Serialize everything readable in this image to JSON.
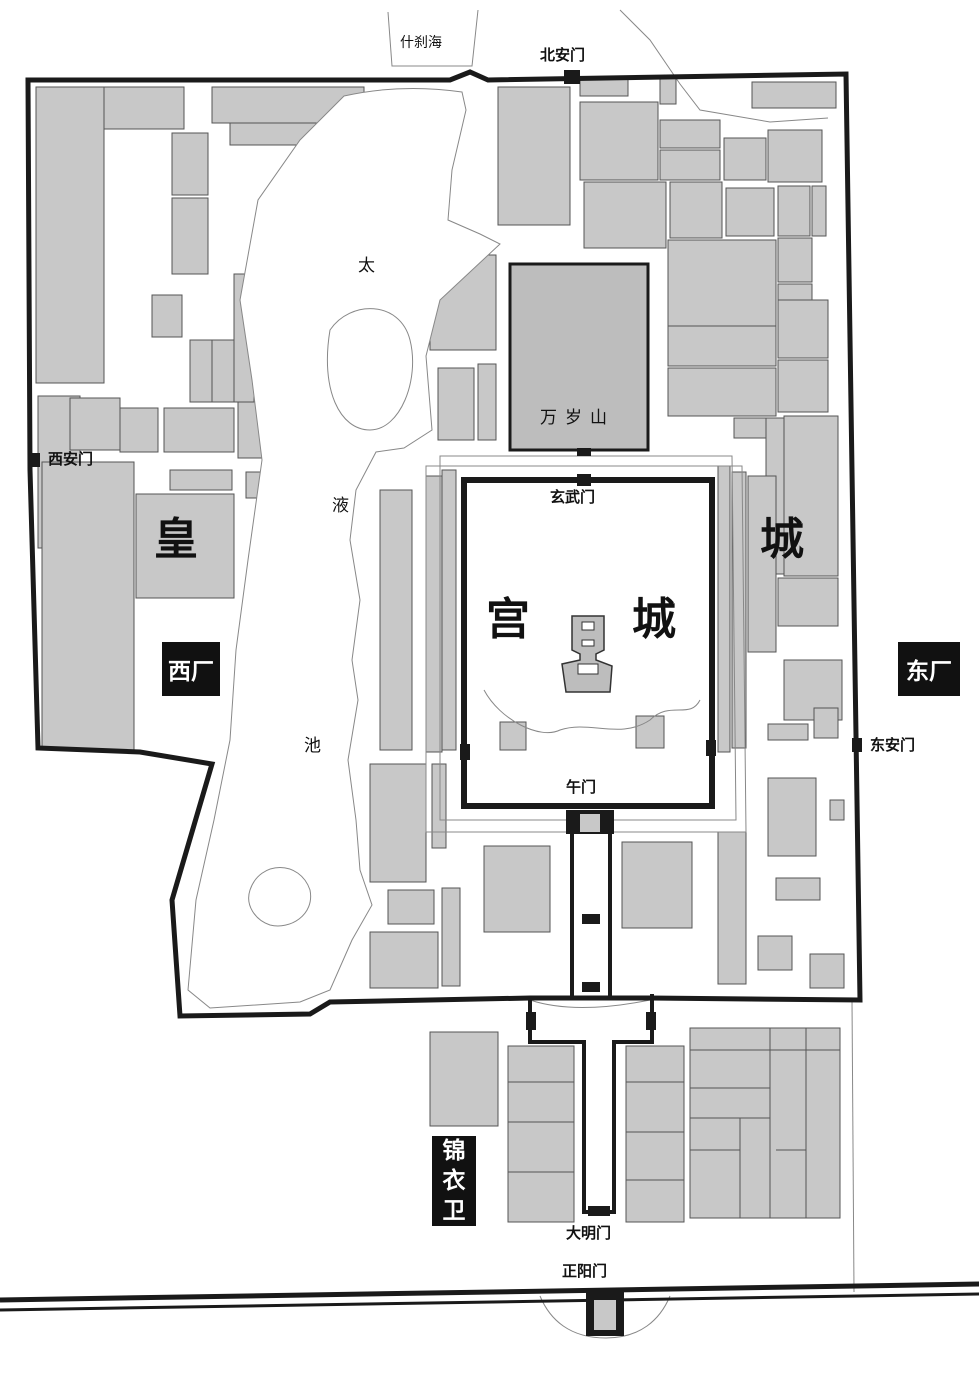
{
  "palette": {
    "block_fill": "#c8c8c8",
    "wall": "#1a1a1a",
    "water": "#ffffff",
    "background": "#ffffff"
  },
  "labels": {
    "shichahai": "什刹海",
    "beianmen": "北安门",
    "xianmen": "西安门",
    "donganmen": "东安门",
    "wansuishan": "万岁山",
    "xuanwumen": "玄武门",
    "wumen": "午门",
    "damingmen": "大明门",
    "zhengyangmen": "正阳门",
    "lake_tai": "太",
    "lake_ye": "液",
    "lake_chi": "池",
    "huang": "皇",
    "cheng_right": "城",
    "gong": "宫",
    "cheng_center": "城",
    "xichang": "西厂",
    "dongchang": "东厂",
    "jinyiwei": [
      "锦",
      "衣",
      "卫"
    ]
  }
}
